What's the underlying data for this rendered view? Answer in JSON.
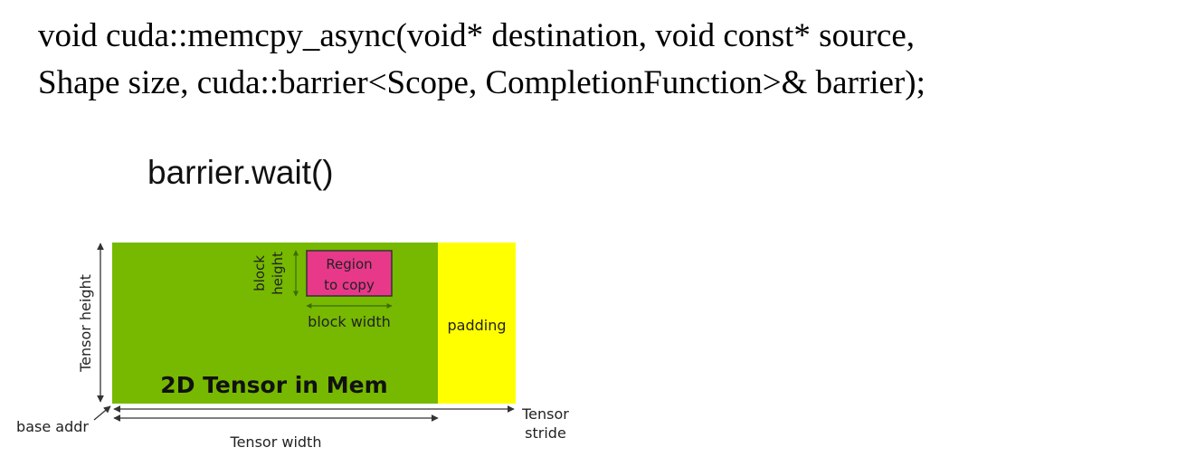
{
  "signature": {
    "line1": "void cuda::memcpy_async(void* destination, void const* source,",
    "line2": "Shape size, cuda::barrier<Scope, CompletionFunction>& barrier);"
  },
  "wait_call": "barrier.wait()",
  "diagram": {
    "region_line1": "Region",
    "region_line2": "to copy",
    "block_width": "block width",
    "block_height_1": "block",
    "block_height_2": "height",
    "padding": "padding",
    "tensor_label": "2D Tensor in Mem",
    "tensor_height": "Tensor height",
    "tensor_width": "Tensor width",
    "tensor_stride_1": "Tensor",
    "tensor_stride_2": "stride",
    "base_addr": "base addr",
    "colors": {
      "tensor": "#76b900",
      "padding": "#ffff00",
      "region": "#e8388a"
    }
  }
}
